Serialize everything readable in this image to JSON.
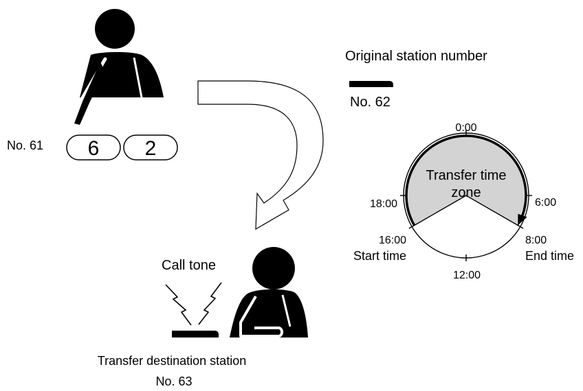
{
  "caller": {
    "label": "No. 61",
    "keys": [
      "6",
      "2"
    ]
  },
  "original_station": {
    "title": "Original station number",
    "label": "No. 62"
  },
  "destination": {
    "call_tone": "Call tone",
    "title": "Transfer destination station",
    "label": "No. 63"
  },
  "clock": {
    "zone_line1": "Transfer time",
    "zone_line2": "zone",
    "ticks": {
      "t0": "0:00",
      "t6": "6:00",
      "t8": "8:00",
      "t12": "12:00",
      "t16": "16:00",
      "t18": "18:00"
    },
    "start_label": "Start time",
    "end_label": "End time",
    "zone_start_hour": 16,
    "zone_end_hour": 8,
    "zone_color": "#d3d3d3"
  }
}
